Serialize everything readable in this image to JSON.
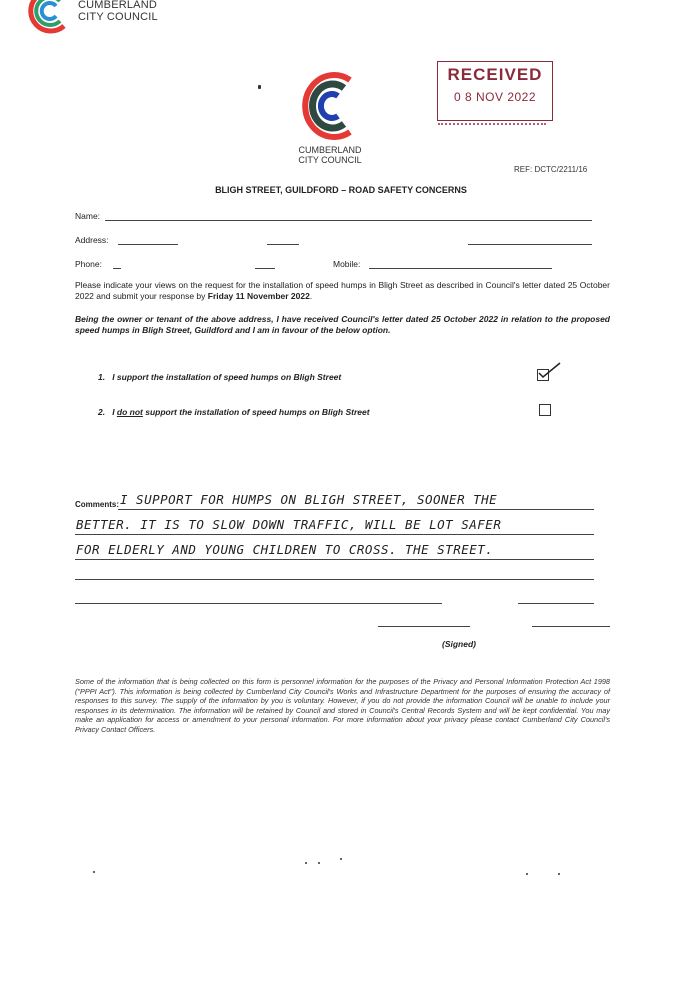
{
  "header_logo": {
    "line1": "CUMBERLAND",
    "line2": "CITY COUNCIL"
  },
  "form_logo": {
    "line1": "CUMBERLAND",
    "line2": "CITY COUNCIL"
  },
  "stamp": {
    "label": "RECEIVED",
    "date": "0 8 NOV 2022"
  },
  "ref": "REF: DCTC/2211/16",
  "title": "BLIGH STREET, GUILDFORD – ROAD SAFETY CONCERNS",
  "fields": {
    "name": "Name:",
    "address": "Address:",
    "phone": "Phone:",
    "mobile": "Mobile:"
  },
  "intro": {
    "text": "Please indicate your views on the request for the installation of speed humps in Bligh Street as described in Council's letter dated 25 October 2022 and submit your response by ",
    "deadline": "Friday 11 November 2022",
    "end": "."
  },
  "declaration": "Being the owner or tenant of the above address, I have received Council's letter dated 25 October 2022 in relation to the proposed speed humps in Bligh Street, Guildford and I am in favour of the below option.",
  "options": [
    {
      "num": "1.",
      "text": "I support the installation of speed humps on Bligh Street",
      "checked": true
    },
    {
      "num": "2.",
      "pre": "I ",
      "emph": "do not",
      "text": " support the installation of speed humps on Bligh Street",
      "checked": false
    }
  ],
  "comments": {
    "label": "Comments:",
    "lines": [
      "I SUPPORT   FOR HUMPS ON BLIGH STREET, SOONER THE",
      "BETTER. IT IS TO SLOW DOWN TRAFFIC, WILL BE LOT SAFER",
      "FOR ELDERLY AND YOUNG CHILDREN  TO CROSS. THE STREET."
    ]
  },
  "signed_label": "(Signed)",
  "privacy": "Some of the information that is being collected on this form is personnel information for the purposes of the Privacy and Personal Information Protection Act 1998 (\"PPPI Act\"). This information is being collected by Cumberland City Council's Works and Infrastructure Department for the purposes of ensuring the accuracy of responses to this survey. The supply of the information by you is voluntary. However, if you do not provide the information Council will be unable to include your responses in its determination. The information will be retained by Council and stored in Council's Central Records System and will be kept confidential. You may make an application for access or amendment to your personal information. For more information about your privacy please contact Cumberland City Council's Privacy Contact Officers.",
  "colors": {
    "stamp": "#8b2a3a",
    "logo_red": "#e53935",
    "logo_green": "#2e9e6a",
    "logo_blue": "#2b8fd6"
  }
}
